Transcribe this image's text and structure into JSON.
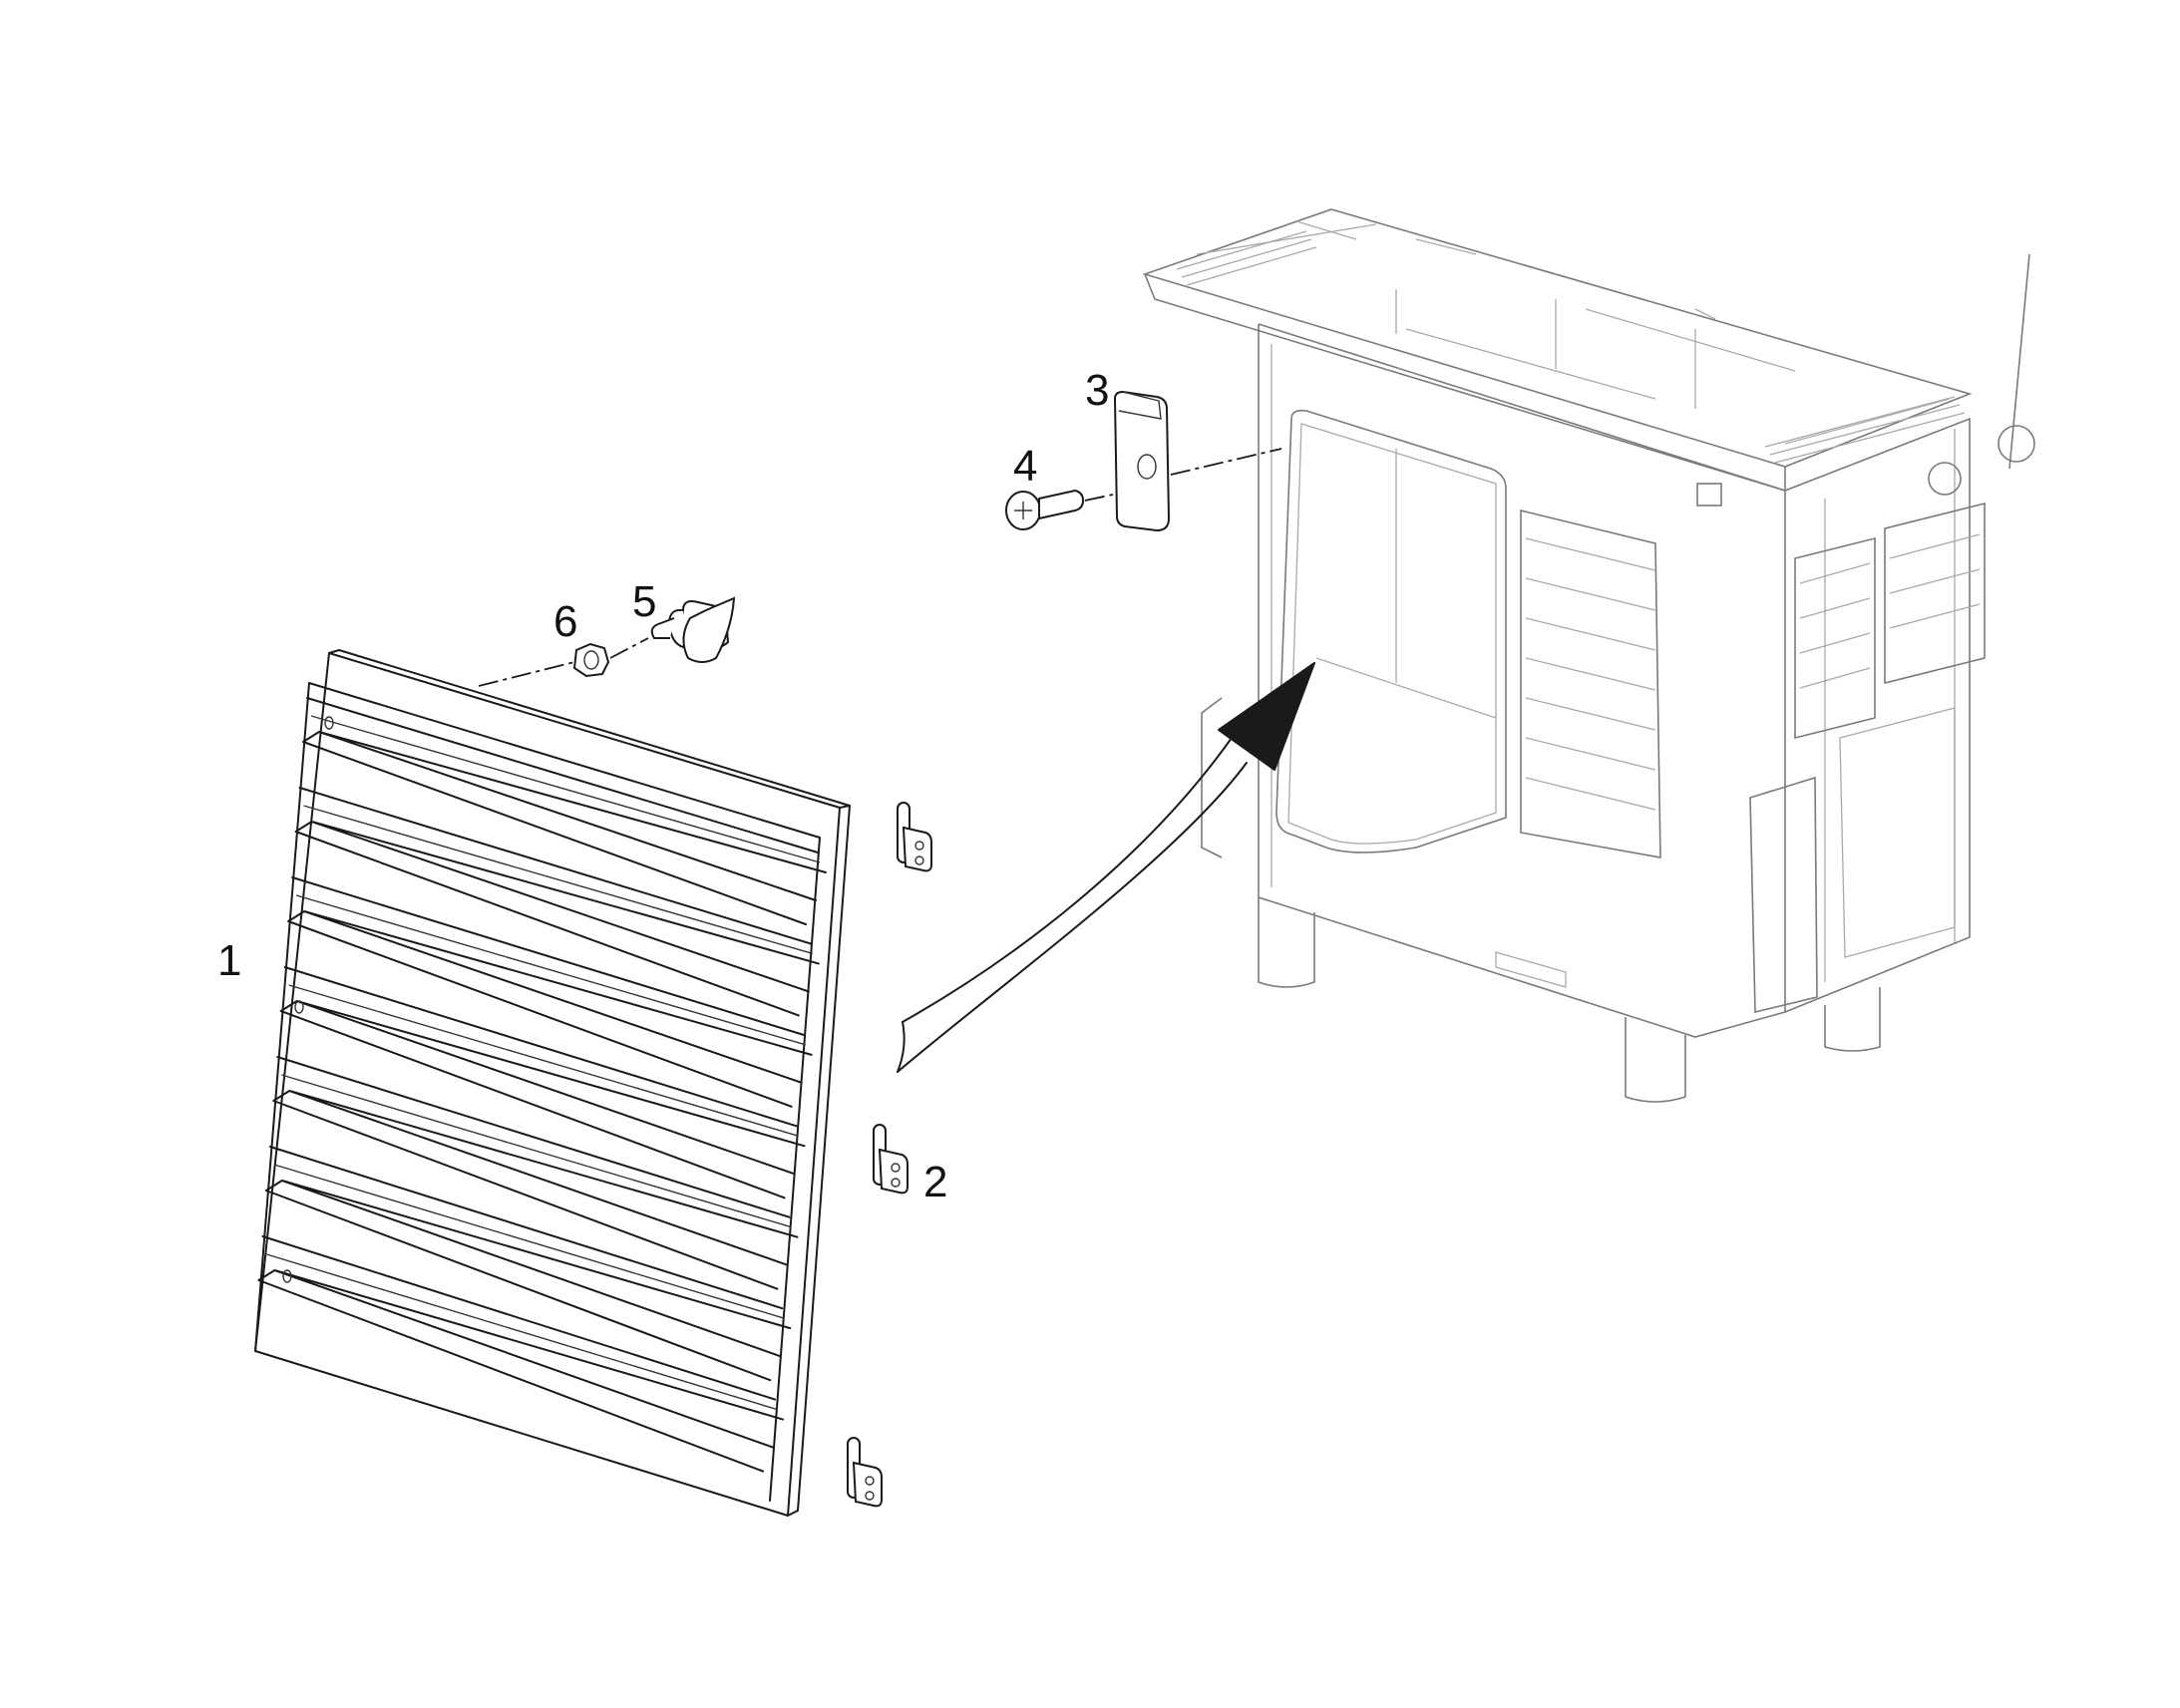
{
  "callouts": [
    {
      "id": "1",
      "label": "1"
    },
    {
      "id": "2",
      "label": "2"
    },
    {
      "id": "3",
      "label": "3"
    },
    {
      "id": "4",
      "label": "4"
    },
    {
      "id": "5",
      "label": "5"
    },
    {
      "id": "6",
      "label": "6"
    }
  ],
  "colors": {
    "line": "#1a1a1a",
    "faint_line": "#a9a9a9",
    "background": "#ffffff"
  },
  "icons": [
    "louvre-grille-icon",
    "hinge-icon",
    "bracket-icon",
    "bolt-icon",
    "cone-stop-icon",
    "nut-icon",
    "direction-arrow-icon",
    "cabinet-icon"
  ]
}
